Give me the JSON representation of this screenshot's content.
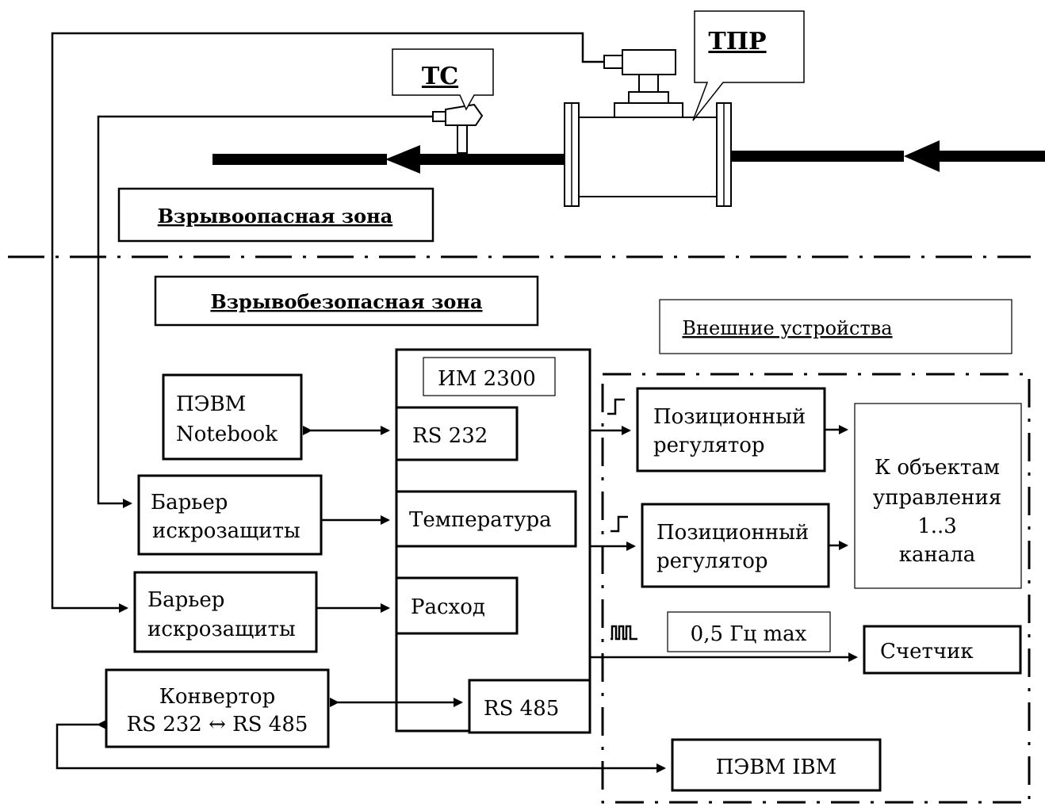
{
  "labels": {
    "tpr": "ТПР",
    "tc": "ТС",
    "hazard_zone": "Взрывоопасная зона",
    "safe_zone": "Взрывобезопасная зона",
    "external_devices": "Внешние устройства",
    "im2300": "ИМ 2300",
    "pc_notebook_l1": "ПЭВМ",
    "pc_notebook_l2": "Notebook",
    "rs232": "RS 232",
    "temperature": "Температура",
    "flow": "Расход",
    "rs485": "RS 485",
    "barrier1_l1": "Барьер",
    "barrier1_l2": "искрозащиты",
    "barrier2_l1": "Барьер",
    "barrier2_l2": "искрозащиты",
    "converter_l1": "Конвертор",
    "converter_l2": "RS 232 ↔ RS 485",
    "regulator1_l1": "Позиционный",
    "regulator1_l2": "регулятор",
    "regulator2_l1": "Позиционный",
    "regulator2_l2": "регулятор",
    "objects_l1": "К объектам",
    "objects_l2": "управления",
    "objects_l3": "1..3",
    "objects_l4": "канала",
    "freq": "0,5 Гц max",
    "counter": "Счетчик",
    "pc_ibm": "ПЭВМ IBM"
  }
}
